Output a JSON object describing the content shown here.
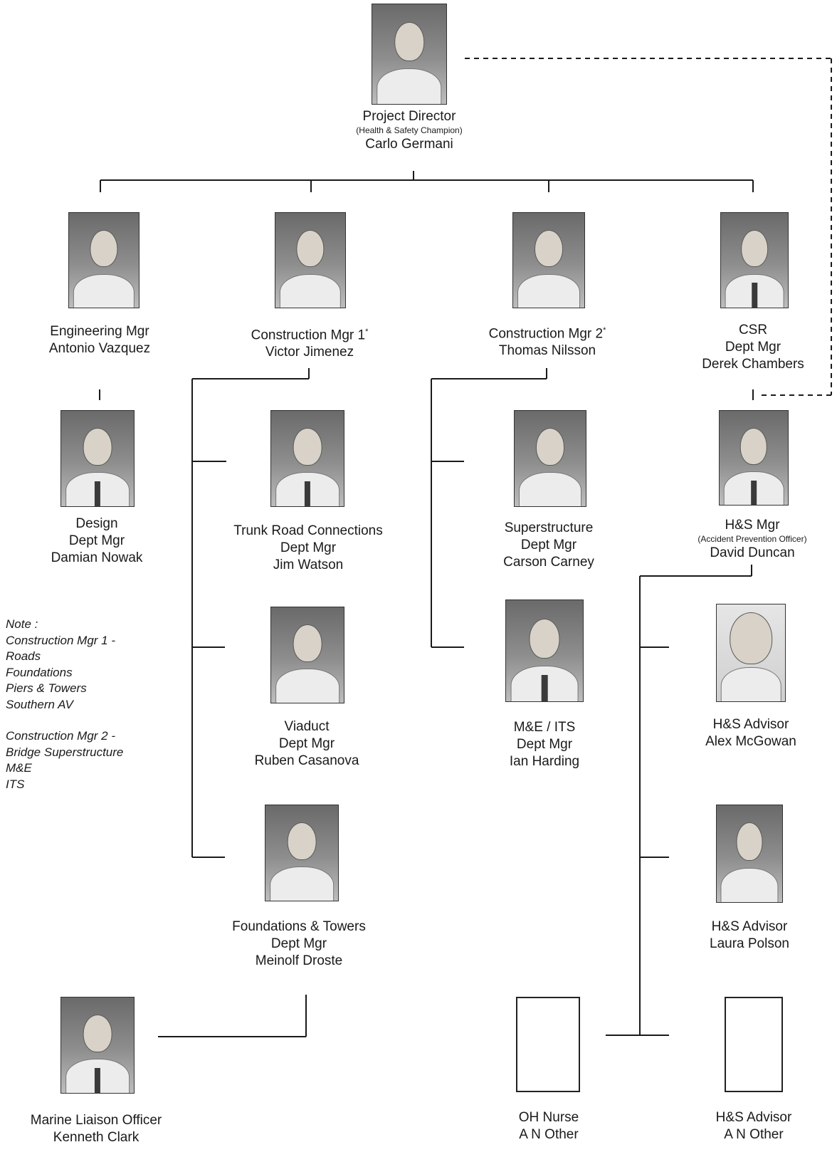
{
  "director": {
    "role": "Project Director",
    "subtitle": "(Health & Safety Champion)",
    "name": "Carlo Germani"
  },
  "engineering": {
    "role": "Engineering Mgr",
    "name": "Antonio Vazquez"
  },
  "construction1": {
    "role": "Construction Mgr 1",
    "sup": "*",
    "name": "Victor Jimenez"
  },
  "construction2": {
    "role": "Construction Mgr 2",
    "sup": "*",
    "name": "Thomas Nilsson"
  },
  "csr": {
    "role": "CSR",
    "dept": "Dept Mgr",
    "name": "Derek Chambers"
  },
  "design": {
    "role": "Design",
    "dept": "Dept Mgr",
    "name": "Damian Nowak"
  },
  "trunk_road": {
    "role": "Trunk Road Connections",
    "dept": "Dept Mgr",
    "name": "Jim Watson"
  },
  "superstructure": {
    "role": "Superstructure",
    "dept": "Dept Mgr",
    "name": "Carson Carney"
  },
  "hs_mgr": {
    "role": "H&S Mgr",
    "subtitle": "(Accident Prevention Officer)",
    "name": "David Duncan"
  },
  "viaduct": {
    "role": "Viaduct",
    "dept": "Dept Mgr",
    "name": "Ruben Casanova"
  },
  "me_its": {
    "role": "M&E / ITS",
    "dept": "Dept Mgr",
    "name": "Ian Harding"
  },
  "hs_advisor1": {
    "role": "H&S Advisor",
    "name": "Alex McGowan"
  },
  "foundations": {
    "role": "Foundations & Towers",
    "dept": "Dept Mgr",
    "name": "Meinolf Droste"
  },
  "hs_advisor2": {
    "role": "H&S Advisor",
    "name": "Laura Polson"
  },
  "marine": {
    "role": "Marine Liaison Officer",
    "name": "Kenneth Clark"
  },
  "oh_nurse": {
    "role": "OH Nurse",
    "name": "A N Other"
  },
  "hs_advisor3": {
    "role": "H&S Advisor",
    "name": "A N Other"
  },
  "note": {
    "lines": [
      "Note :",
      "Construction Mgr 1 -",
      "Roads",
      "Foundations",
      "Piers & Towers",
      "Southern AV",
      "",
      "Construction Mgr 2 -",
      "Bridge Superstructure",
      "M&E",
      "ITS"
    ]
  }
}
